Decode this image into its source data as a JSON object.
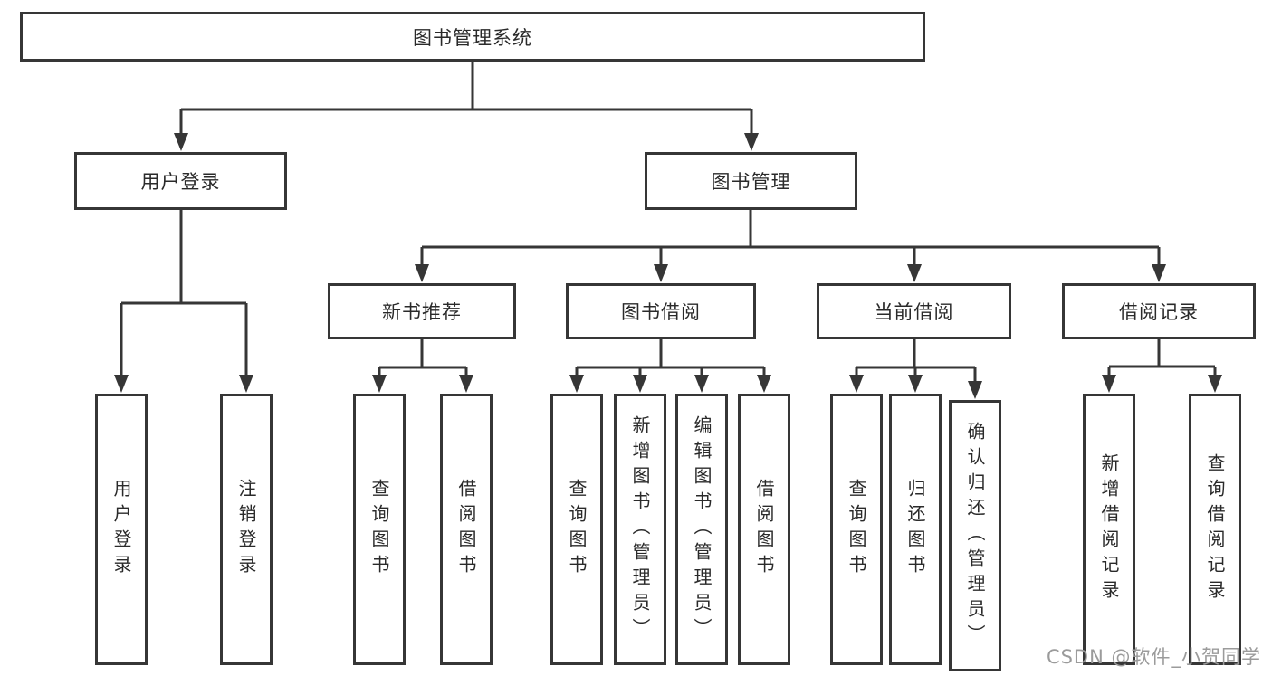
{
  "colors": {
    "line-color": "#363636",
    "text-color": "#2a2a2a",
    "watermark-color": "#9b9b9b",
    "bg-color": "#ffffff"
  },
  "watermark": "CSDN @软件_小贺同学",
  "diagram": {
    "root": {
      "label": "图书管理系统"
    },
    "level2": [
      {
        "label": "用户登录"
      },
      {
        "label": "图书管理"
      }
    ],
    "level3": [
      {
        "label": "新书推荐"
      },
      {
        "label": "图书借阅"
      },
      {
        "label": "当前借阅"
      },
      {
        "label": "借阅记录"
      }
    ],
    "leaves": {
      "user_login": [
        "用户登录",
        "注销登录"
      ],
      "new_book_recommend": [
        "查询图书",
        "借阅图书"
      ],
      "book_borrow": [
        "查询图书",
        "新增图书（管理员）",
        "编辑图书（管理员）",
        "借阅图书"
      ],
      "current_borrow": [
        "查询图书",
        "归还图书",
        "确认归还（管理员）"
      ],
      "borrow_records": [
        "新增借阅记录",
        "查询借阅记录"
      ]
    }
  }
}
